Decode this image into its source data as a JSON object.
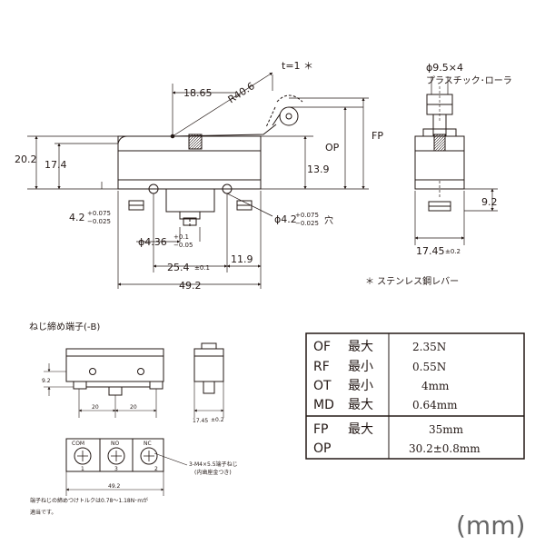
{
  "main_view": {
    "thickness_note": "t=1 ＊",
    "dim_18_65": "18.65",
    "radius": "R40.6",
    "op_label": "OP",
    "fp_label": "FP",
    "dim_20_2": "20.2",
    "dim_17_4": "17.4",
    "dim_13_9": "13.9",
    "hole_left_base": "4.2",
    "hole_left_tol_up": "+0.075",
    "hole_left_tol_dn": "−0.025",
    "dim_4_36_base": "ϕ4.36",
    "dim_4_36_tol_up": "+0.1",
    "dim_4_36_tol_dn": "−0.05",
    "hole_right_base": "ϕ4.2",
    "hole_right_tol_up": "+0.075",
    "hole_right_tol_dn": "−0.025",
    "hole_right_suffix": "穴",
    "dim_25_4_base": "25.4",
    "dim_25_4_tol": "±0.1",
    "dim_11_9": "11.9",
    "dim_49_2": "49.2"
  },
  "side_view": {
    "roller_label": "ϕ9.5×4",
    "roller_material": "プラスチック･ローラ",
    "dim_9_2": "9.2",
    "dim_width_base": "17.45",
    "dim_width_tol": "±0.2"
  },
  "note": "＊ ステンレス鋼レバー",
  "screw_terminal": {
    "title": "ねじ締め端子(-B)",
    "dim_9_2": "9.2",
    "dim_20_a": "20",
    "dim_20_b": "20",
    "dim_width_base": "17.45",
    "dim_width_tol": "±0.2",
    "dim_49_2": "49.2",
    "terminals": [
      {
        "label": "COM",
        "num": "1"
      },
      {
        "label": "NO",
        "num": "3"
      },
      {
        "label": "NC",
        "num": "2"
      }
    ],
    "screw_note_1": "3-M4×5.5端子ねじ",
    "screw_note_2": "(内歯座金つき)",
    "torque_note_1": "端子ねじの締めつけトルクは0.78～1.18N･mが",
    "torque_note_2": "適当です。"
  },
  "spec_table": {
    "rows": [
      {
        "label": "OF",
        "qual": "最大",
        "value": "2.35N"
      },
      {
        "label": "RF",
        "qual": "最小",
        "value": "0.55N"
      },
      {
        "label": "OT",
        "qual": "最小",
        "value": "4mm"
      },
      {
        "label": "MD",
        "qual": "最大",
        "value": "0.64mm"
      },
      {
        "label": "FP",
        "qual": "最大",
        "value": "35mm"
      },
      {
        "label": "OP",
        "qual": "",
        "value": "30.2±0.8mm"
      }
    ]
  },
  "unit": "(mm)"
}
